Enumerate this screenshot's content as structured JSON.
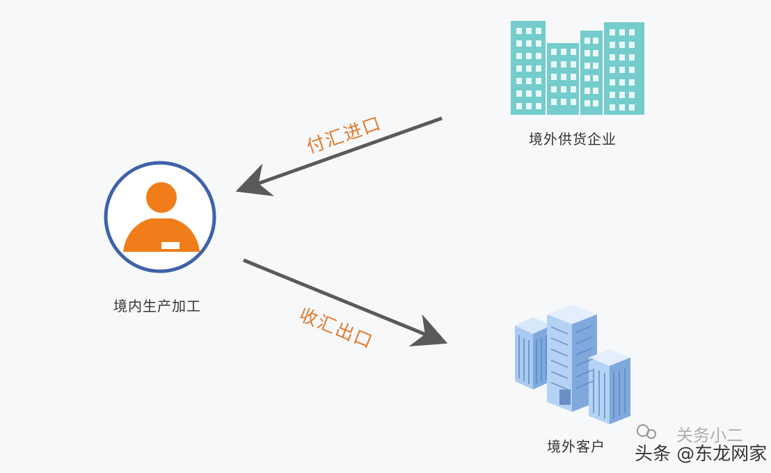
{
  "nodes": {
    "domestic": {
      "label": "境内生产加工",
      "icon": "person-badge-icon",
      "ring_color": "#3f62a8",
      "figure_color": "#f07d1a"
    },
    "supplier": {
      "label": "境外供货企业",
      "icon": "flat-buildings-icon",
      "color": "#74cccc"
    },
    "customer": {
      "label": "境外客户",
      "icon": "office-towers-icon",
      "color": "#8fb7e6"
    }
  },
  "flows": {
    "import": {
      "label": "付汇进口",
      "color": "#e07a2c"
    },
    "export": {
      "label": "收汇出口",
      "color": "#e07a2c"
    }
  },
  "arrow_color": "#5a5a5a",
  "watermark": {
    "line1": "关务小二",
    "line2": "头条 @东龙网家"
  }
}
